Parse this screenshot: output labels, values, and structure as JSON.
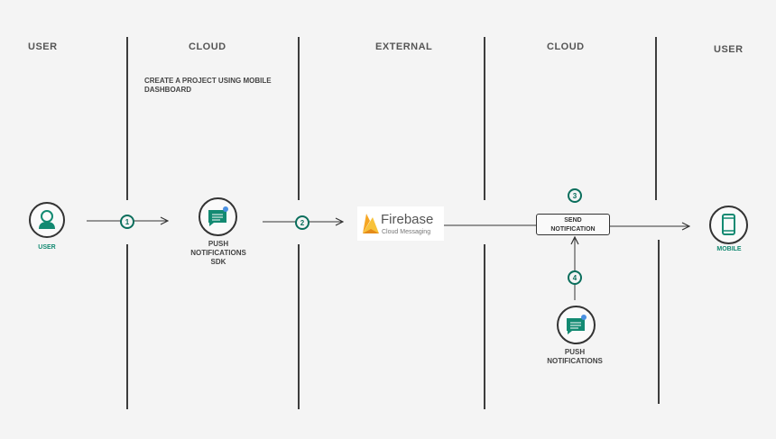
{
  "lanes": {
    "user_left": "USER",
    "cloud_left": "CLOUD",
    "external": "EXTERNAL",
    "cloud_right": "CLOUD",
    "user_right": "USER"
  },
  "note": "CREATE A PROJECT USING MOBILE DASHBOARD",
  "nodes": {
    "user_label": "USER",
    "push_sdk_label_1": "PUSH",
    "push_sdk_label_2": "NOTIFICATIONS",
    "push_sdk_label_3": "SDK",
    "firebase_title": "Firebase",
    "firebase_subtitle": "Cloud Messaging",
    "send_label_1": "SEND",
    "send_label_2": "NOTIFICATION",
    "push_label_1": "PUSH",
    "push_label_2": "NOTIFICATIONS",
    "mobile_label": "MOBILE"
  },
  "steps": [
    "1",
    "2",
    "3",
    "4"
  ],
  "colors": {
    "accent": "#138a72",
    "step": "#0a6e5c",
    "firebase_orange": "#f6a623",
    "notify_dot": "#4a90e2"
  }
}
